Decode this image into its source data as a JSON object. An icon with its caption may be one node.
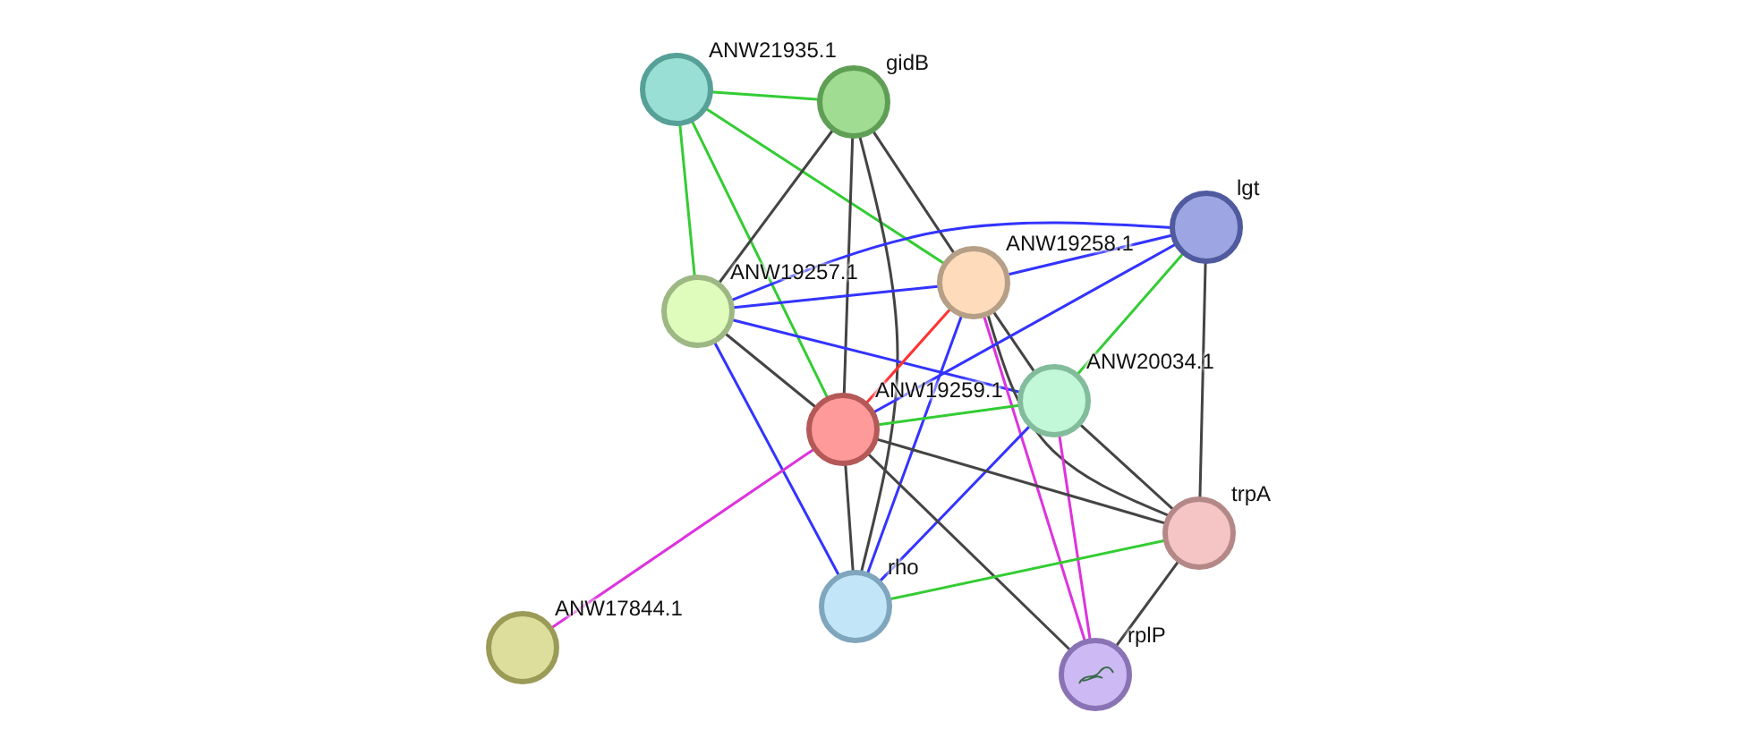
{
  "diagram": {
    "nodes": [
      {
        "text": [
          "ANW21935.1"
        ]
      },
      {
        "text": [
          "gidB"
        ]
      },
      {
        "text": [
          "lgt"
        ]
      },
      {
        "text": [
          "ANW19258.1"
        ]
      },
      {
        "text": [
          "ANW19257.1"
        ]
      },
      {
        "text": [
          "ANW20034.1"
        ]
      },
      {
        "text": [
          "ANW19259.1"
        ]
      },
      {
        "text": [
          "trpA"
        ]
      },
      {
        "text": [
          "rho"
        ]
      },
      {
        "text": [
          "ANW17844.1"
        ]
      },
      {
        "text": [
          "rplP"
        ]
      }
    ],
    "edges": [
      {
        "from": 0,
        "to": 1,
        "arrow": "none",
        "color": "#33cc33"
      },
      {
        "from": 0,
        "to": 4,
        "arrow": "none",
        "color": "#33cc33"
      },
      {
        "from": 0,
        "to": 3,
        "arrow": "none",
        "color": "#33cc33"
      },
      {
        "from": 0,
        "to": 6,
        "arrow": "none",
        "color": "#33cc33"
      },
      {
        "from": 1,
        "to": 4,
        "arrow": "none",
        "color": "#444444"
      },
      {
        "from": 1,
        "to": 6,
        "arrow": "none",
        "color": "#444444"
      },
      {
        "from": 1,
        "to": 8,
        "arrow": "none",
        "color": "#444444"
      },
      {
        "from": 1,
        "to": 3,
        "arrow": "none",
        "color": "#444444"
      },
      {
        "from": 4,
        "to": 3,
        "arrow": "none",
        "color": "#3333ff"
      },
      {
        "from": 4,
        "to": 2,
        "arrow": "none",
        "color": "#3333ff"
      },
      {
        "from": 4,
        "to": 6,
        "arrow": "none",
        "color": "#444444"
      },
      {
        "from": 4,
        "to": 5,
        "arrow": "none",
        "color": "#3333ff"
      },
      {
        "from": 4,
        "to": 8,
        "arrow": "none",
        "color": "#3333ff"
      },
      {
        "from": 3,
        "to": 2,
        "arrow": "none",
        "color": "#3333ff"
      },
      {
        "from": 3,
        "to": 6,
        "arrow": "none",
        "color": "#ff3333"
      },
      {
        "from": 3,
        "to": 5,
        "arrow": "none",
        "color": "#444444"
      },
      {
        "from": 3,
        "to": 8,
        "arrow": "none",
        "color": "#3333ff"
      },
      {
        "from": 3,
        "to": 10,
        "arrow": "none",
        "color": "#dd33dd"
      },
      {
        "from": 3,
        "to": 7,
        "arrow": "none",
        "color": "#444444"
      },
      {
        "from": 2,
        "to": 6,
        "arrow": "none",
        "color": "#3333ff"
      },
      {
        "from": 2,
        "to": 5,
        "arrow": "none",
        "color": "#33cc33"
      },
      {
        "from": 2,
        "to": 7,
        "arrow": "none",
        "color": "#444444"
      },
      {
        "from": 5,
        "to": 6,
        "arrow": "none",
        "color": "#33cc33"
      },
      {
        "from": 5,
        "to": 8,
        "arrow": "none",
        "color": "#3333ff"
      },
      {
        "from": 5,
        "to": 7,
        "arrow": "none",
        "color": "#444444"
      },
      {
        "from": 5,
        "to": 10,
        "arrow": "none",
        "color": "#dd33dd"
      },
      {
        "from": 6,
        "to": 8,
        "arrow": "none",
        "color": "#444444"
      },
      {
        "from": 6,
        "to": 7,
        "arrow": "none",
        "color": "#444444"
      },
      {
        "from": 6,
        "to": 10,
        "arrow": "none",
        "color": "#444444"
      },
      {
        "from": 6,
        "to": 9,
        "arrow": "none",
        "color": "#dd33dd"
      },
      {
        "from": 8,
        "to": 7,
        "arrow": "none",
        "color": "#33cc33"
      },
      {
        "from": 7,
        "to": 10,
        "arrow": "none",
        "color": "#444444"
      }
    ]
  }
}
